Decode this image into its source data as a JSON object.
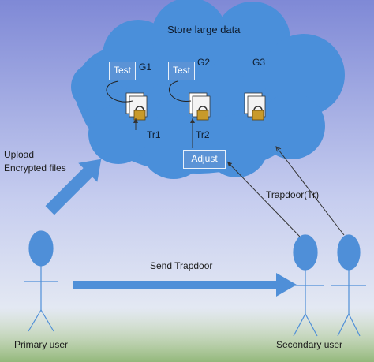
{
  "cloud": {
    "title": "Store large data",
    "groups": [
      "G1",
      "G2",
      "G3"
    ],
    "test_labels": [
      "Test",
      "Test"
    ],
    "trapdoor_labels": [
      "Tr1",
      "Tr2"
    ],
    "adjust_label": "Adjust"
  },
  "arrows": {
    "upload_label": "Upload\nEncrypted files",
    "send_label": "Send Trapdoor",
    "trapdoor_label": "Trapdoor(Tr)"
  },
  "actors": {
    "primary_label": "Primary user",
    "secondary_label": "Secondary user"
  },
  "colors": {
    "sky_top": "#7f89d6",
    "sky_bottom": "#dfe6f2",
    "ground": "#9fc089",
    "cloud_fill": "#4a8fda",
    "actor_fill": "#5b93d6",
    "arrow_fill": "#4f8fd8"
  }
}
